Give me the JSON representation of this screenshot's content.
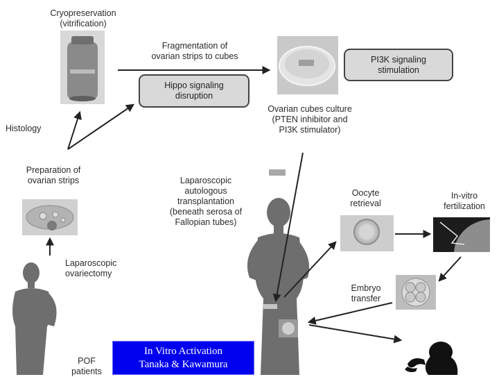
{
  "labels": {
    "cryo": [
      "Cryopreservation",
      "(vitrification)"
    ],
    "fragmentation": [
      "Fragmentation of",
      "ovarian strips to cubes"
    ],
    "histology": "Histology",
    "preparation": [
      "Preparation of",
      "ovarian strips"
    ],
    "ovariectomy": [
      "Laparoscopic",
      "ovariectomy"
    ],
    "pof": [
      "POF",
      "patients"
    ],
    "culture": [
      "Ovarian cubes culture",
      "(PTEN inhibitor and",
      "PI3K stimulator)"
    ],
    "transplantation": [
      "Laparoscopic",
      "autologous",
      "transplantation",
      "(beneath serosa of",
      "Fallopian tubes)"
    ],
    "oocyte": [
      "Oocyte",
      "retrieval"
    ],
    "ivf": [
      "In-vitro",
      "fertilization"
    ],
    "embryo": [
      "Embryo",
      "transfer"
    ]
  },
  "boxes": {
    "hippo": [
      "Hippo signaling",
      "disruption"
    ],
    "pi3k": [
      "PI3K signaling",
      "stimulation"
    ]
  },
  "credit": [
    "In Vitro Activation",
    "Tanaka & Kawamura"
  ],
  "colors": {
    "silhouette": "#6e6e6e",
    "box_fill": "#d9d9d9",
    "credit_bg": "#0000ee"
  }
}
